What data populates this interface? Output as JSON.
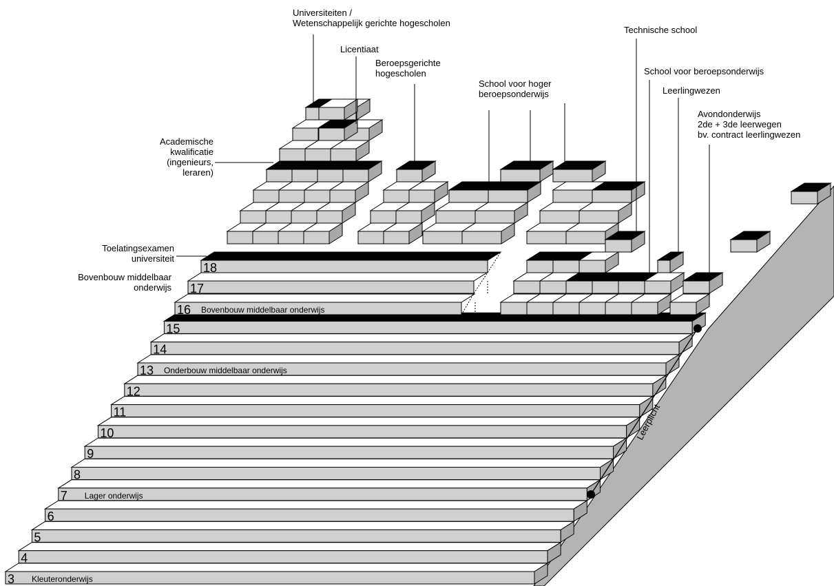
{
  "ages": [
    {
      "age": "3",
      "stage": "Kleuteronderwijs"
    },
    {
      "age": "4",
      "stage": ""
    },
    {
      "age": "5",
      "stage": ""
    },
    {
      "age": "6",
      "stage": ""
    },
    {
      "age": "7",
      "stage": "Lager onderwijs"
    },
    {
      "age": "8",
      "stage": ""
    },
    {
      "age": "9",
      "stage": ""
    },
    {
      "age": "10",
      "stage": ""
    },
    {
      "age": "11",
      "stage": ""
    },
    {
      "age": "12",
      "stage": ""
    },
    {
      "age": "13",
      "stage": "Onderbouw middelbaar onderwijs"
    },
    {
      "age": "14",
      "stage": ""
    },
    {
      "age": "15",
      "stage": ""
    },
    {
      "age": "16",
      "stage": "Bovenbouw middelbaar onderwijs"
    },
    {
      "age": "17",
      "stage": ""
    },
    {
      "age": "18",
      "stage": ""
    }
  ],
  "labels": {
    "universiteiten": [
      "Universiteiten /",
      "Wetenschappelijk gerichte hogescholen"
    ],
    "licentiaat": [
      "Licentiaat"
    ],
    "beroepsgerichte": [
      "Beroepsgerichte",
      "hogescholen"
    ],
    "hoger_beroeps": [
      "School voor hoger",
      "beroepsonderwijs"
    ],
    "technische": [
      "Technische school"
    ],
    "beroepsonderwijs": [
      "School voor beroepsonderwijs"
    ],
    "leerlingwezen": [
      "Leerlingwezen"
    ],
    "avond": [
      "Avondonderwijs",
      "2de + 3de leerwegen",
      "bv. contract leerlingwezen"
    ],
    "academische": [
      "Academische",
      "kwalificatie",
      "(ingenieurs,",
      "leraren)"
    ],
    "toelating": [
      "Toelatingsexamen",
      "universiteit"
    ],
    "bovenbouw_left": [
      "Bovenbouw middelbaar",
      "onderwijs"
    ]
  },
  "leerplicht_label": "Leerplicht",
  "colors": {
    "riser": "#d0d0d0",
    "wall": "#b4b4b4",
    "tread": "#ffffff",
    "edge": "#000000",
    "highlight": "#000000"
  }
}
